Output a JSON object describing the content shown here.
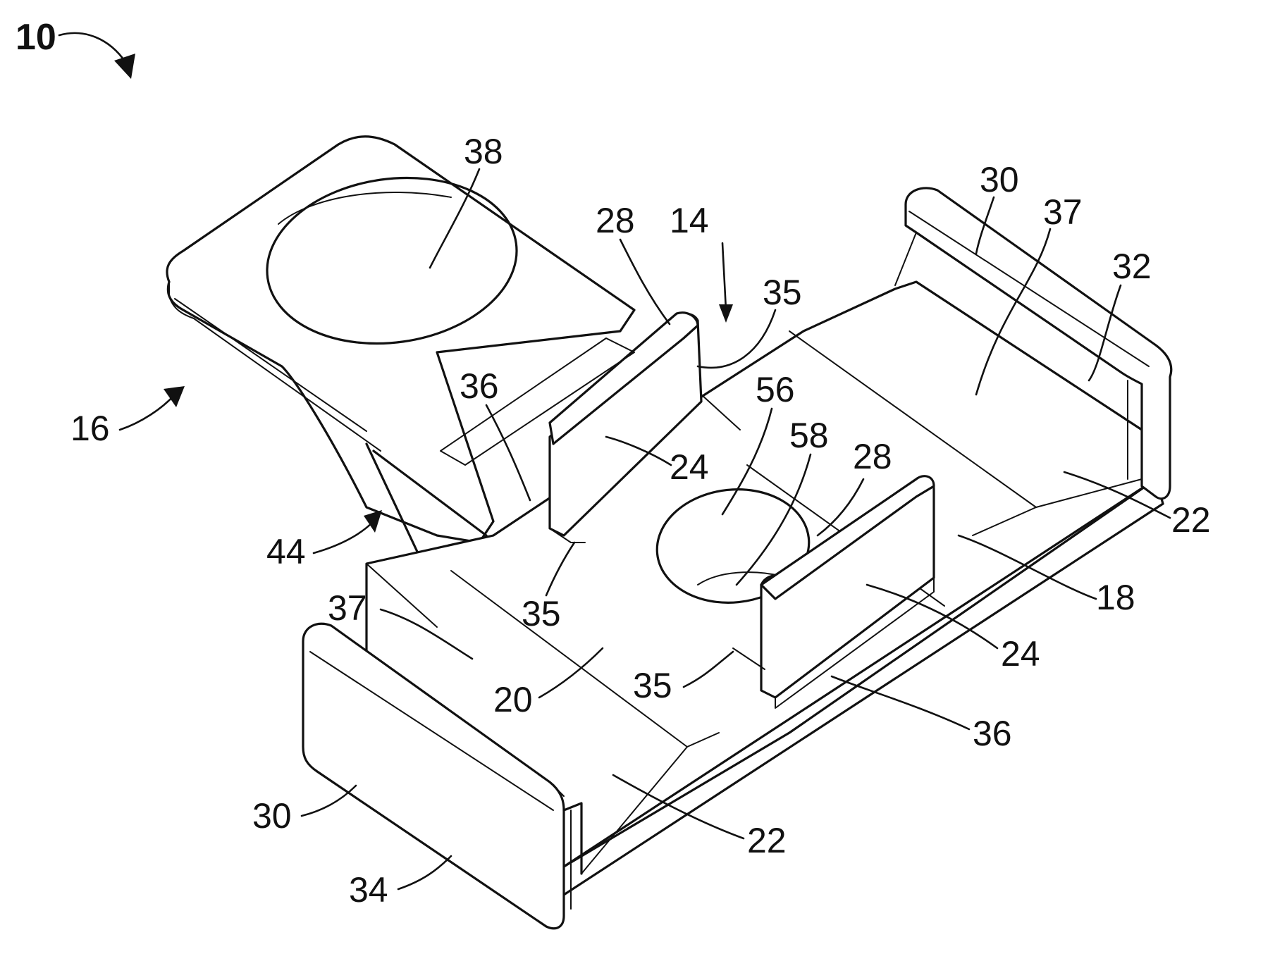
{
  "figure": {
    "figure_number": "10",
    "reference_numerals": {
      "n14": "14",
      "n16": "16",
      "n18": "18",
      "n20": "20",
      "n22_right": "22",
      "n22_front": "22",
      "n24_left": "24",
      "n24_right": "24",
      "n28_left": "28",
      "n28_right": "28",
      "n30_back": "30",
      "n30_front": "30",
      "n32": "32",
      "n34": "34",
      "n35_top": "35",
      "n35_left": "35",
      "n35_front": "35",
      "n36_left": "36",
      "n36_right": "36",
      "n37_back": "37",
      "n37_front": "37",
      "n38": "38",
      "n44": "44",
      "n56": "56",
      "n58": "58"
    }
  }
}
